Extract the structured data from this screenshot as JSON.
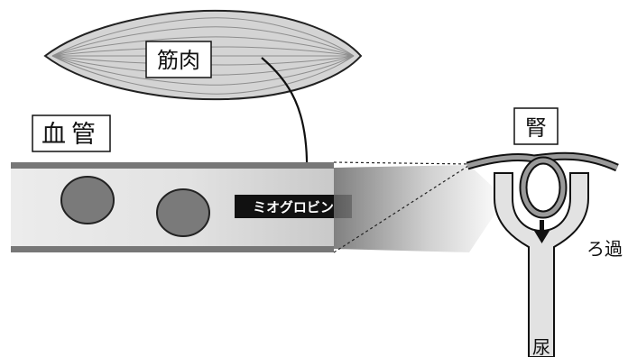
{
  "labels": {
    "muscle": "筋肉",
    "blood_vessel": "血管",
    "kidney": "腎",
    "myoglobin": "ミオグロビン",
    "filtration": "ろ過",
    "urine": "尿"
  },
  "colors": {
    "vessel_fill": "#e6e6e6",
    "vessel_wall": "#777777",
    "cell": "#7a7a7a",
    "muscle": "#cfcfcf",
    "myoglobin_bg": "#111111",
    "myoglobin_text": "#ffffff",
    "kidney_fill": "#e2e2e2"
  },
  "icons": {
    "flow_arrow": "arrow-down-icon",
    "muscle_to_vessel": "curved-arrow-icon"
  }
}
